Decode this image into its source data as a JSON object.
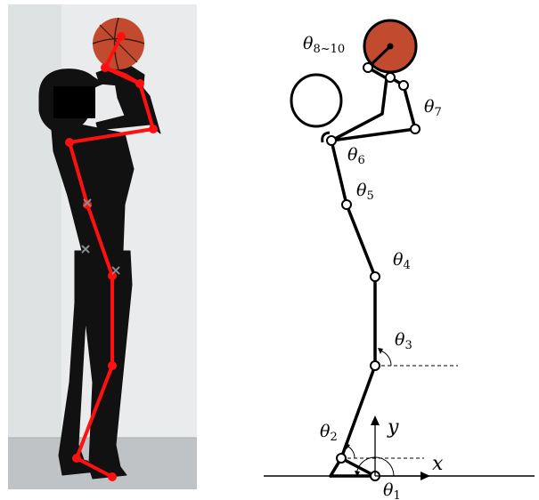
{
  "labels": {
    "theta": "θ",
    "theta_sub_1": "1",
    "theta_sub_2": "2",
    "theta_sub_3": "3",
    "theta_sub_4": "4",
    "theta_sub_5": "5",
    "theta_sub_6": "6",
    "theta_sub_7": "7",
    "theta_sub_8_10": "8~10",
    "axis_x": "x",
    "axis_y": "y"
  },
  "colors": {
    "ball": "#c24a2e",
    "skeleton_overlay": "#ff1010",
    "suit": "#111111",
    "photo_background": "#e7e9ea",
    "photo_floor": "#bfc2c4",
    "face_censor": "#000000"
  }
}
